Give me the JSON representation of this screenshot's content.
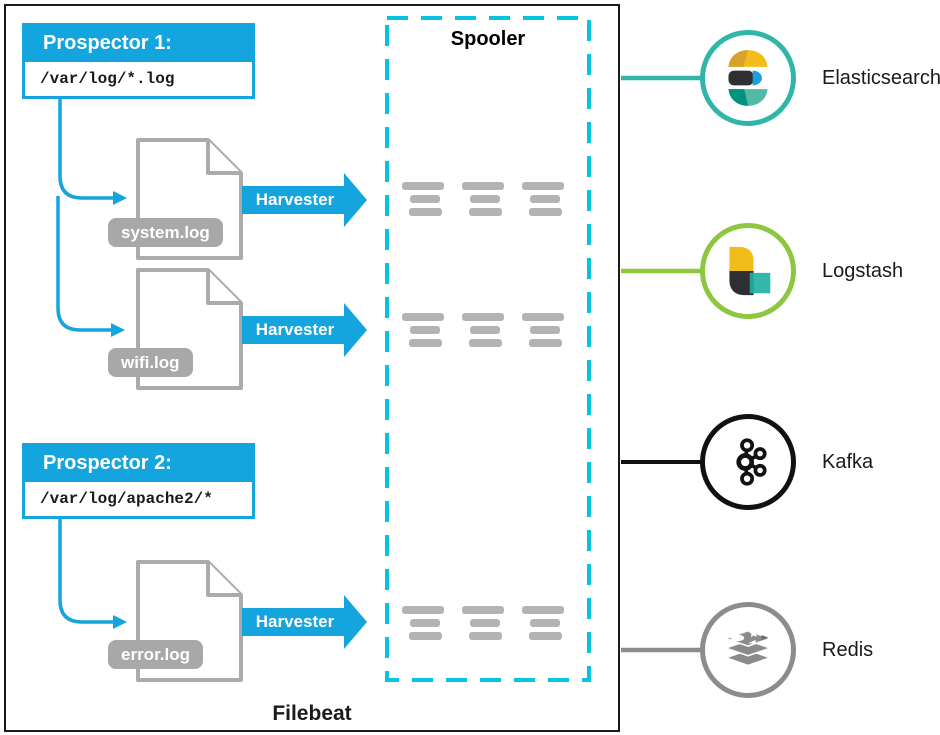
{
  "diagram": {
    "filebeat_label": "Filebeat",
    "spooler_label": "Spooler",
    "harvester_label": "Harvester",
    "prospectors": [
      {
        "title": "Prospector 1:",
        "path": "/var/log/*.log"
      },
      {
        "title": "Prospector 2:",
        "path": "/var/log/apache2/*"
      }
    ],
    "log_files": [
      {
        "name": "system.log"
      },
      {
        "name": "wifi.log"
      },
      {
        "name": "error.log"
      }
    ],
    "outputs": [
      {
        "name": "Elasticsearch",
        "accent": "#2fb5a9"
      },
      {
        "name": "Logstash",
        "accent": "#8dc63f"
      },
      {
        "name": "Kafka",
        "accent": "#111111"
      },
      {
        "name": "Redis",
        "accent": "#8c8c8c"
      }
    ],
    "colors": {
      "process_blue": "#14a5de",
      "spooler_cyan": "#06c4de",
      "queue_gray": "#b3b3b3",
      "file_gray": "#ababab"
    }
  }
}
